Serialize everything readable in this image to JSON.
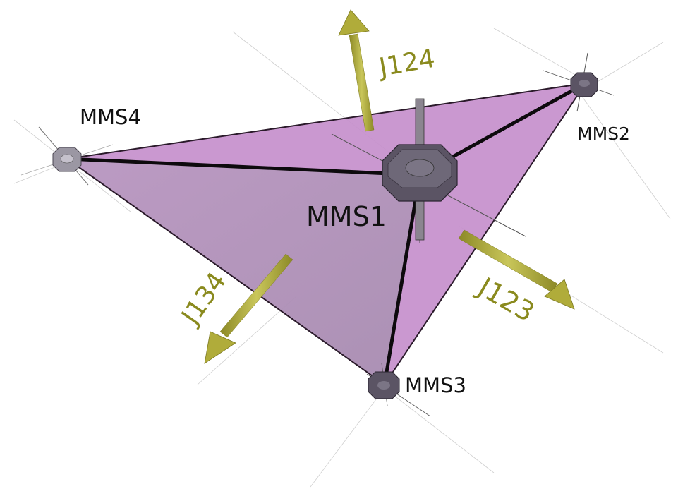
{
  "spacecraft": {
    "mms1": "MMS1",
    "mms2": "MMS2",
    "mms3": "MMS3",
    "mms4": "MMS4"
  },
  "currents": {
    "j124": "J124",
    "j123": "J123",
    "j134": "J134"
  },
  "colors": {
    "face_light": "#c68fcc",
    "face_dark": "#ad8bb5",
    "edge": "#1a0d1a",
    "arrow": "#a9a534",
    "arrow_shadow": "#7d7a22",
    "spacecraft_body": "#5b5464",
    "spacecraft_body_light": "#9b97a3",
    "label_text": "#111111",
    "current_text": "#8a8a1e"
  }
}
